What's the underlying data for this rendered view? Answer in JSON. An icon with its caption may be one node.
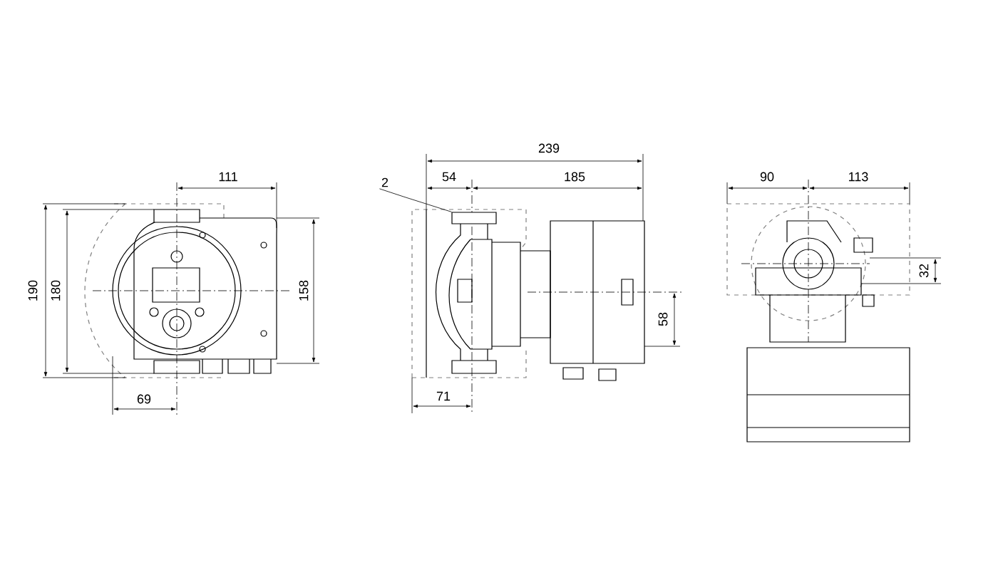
{
  "diagram": {
    "nodes": [
      {
        "text": [
          "2"
        ]
      },
      {
        "text": [],
        "shape": "box"
      }
    ],
    "edges": [
      {
        "from": 0,
        "to": 1,
        "arrow": "none"
      }
    ],
    "labels": [
      "111",
      "239",
      "54",
      "185",
      "90",
      "113",
      "190",
      "180",
      "158",
      "32",
      "58",
      "69",
      "71"
    ]
  }
}
